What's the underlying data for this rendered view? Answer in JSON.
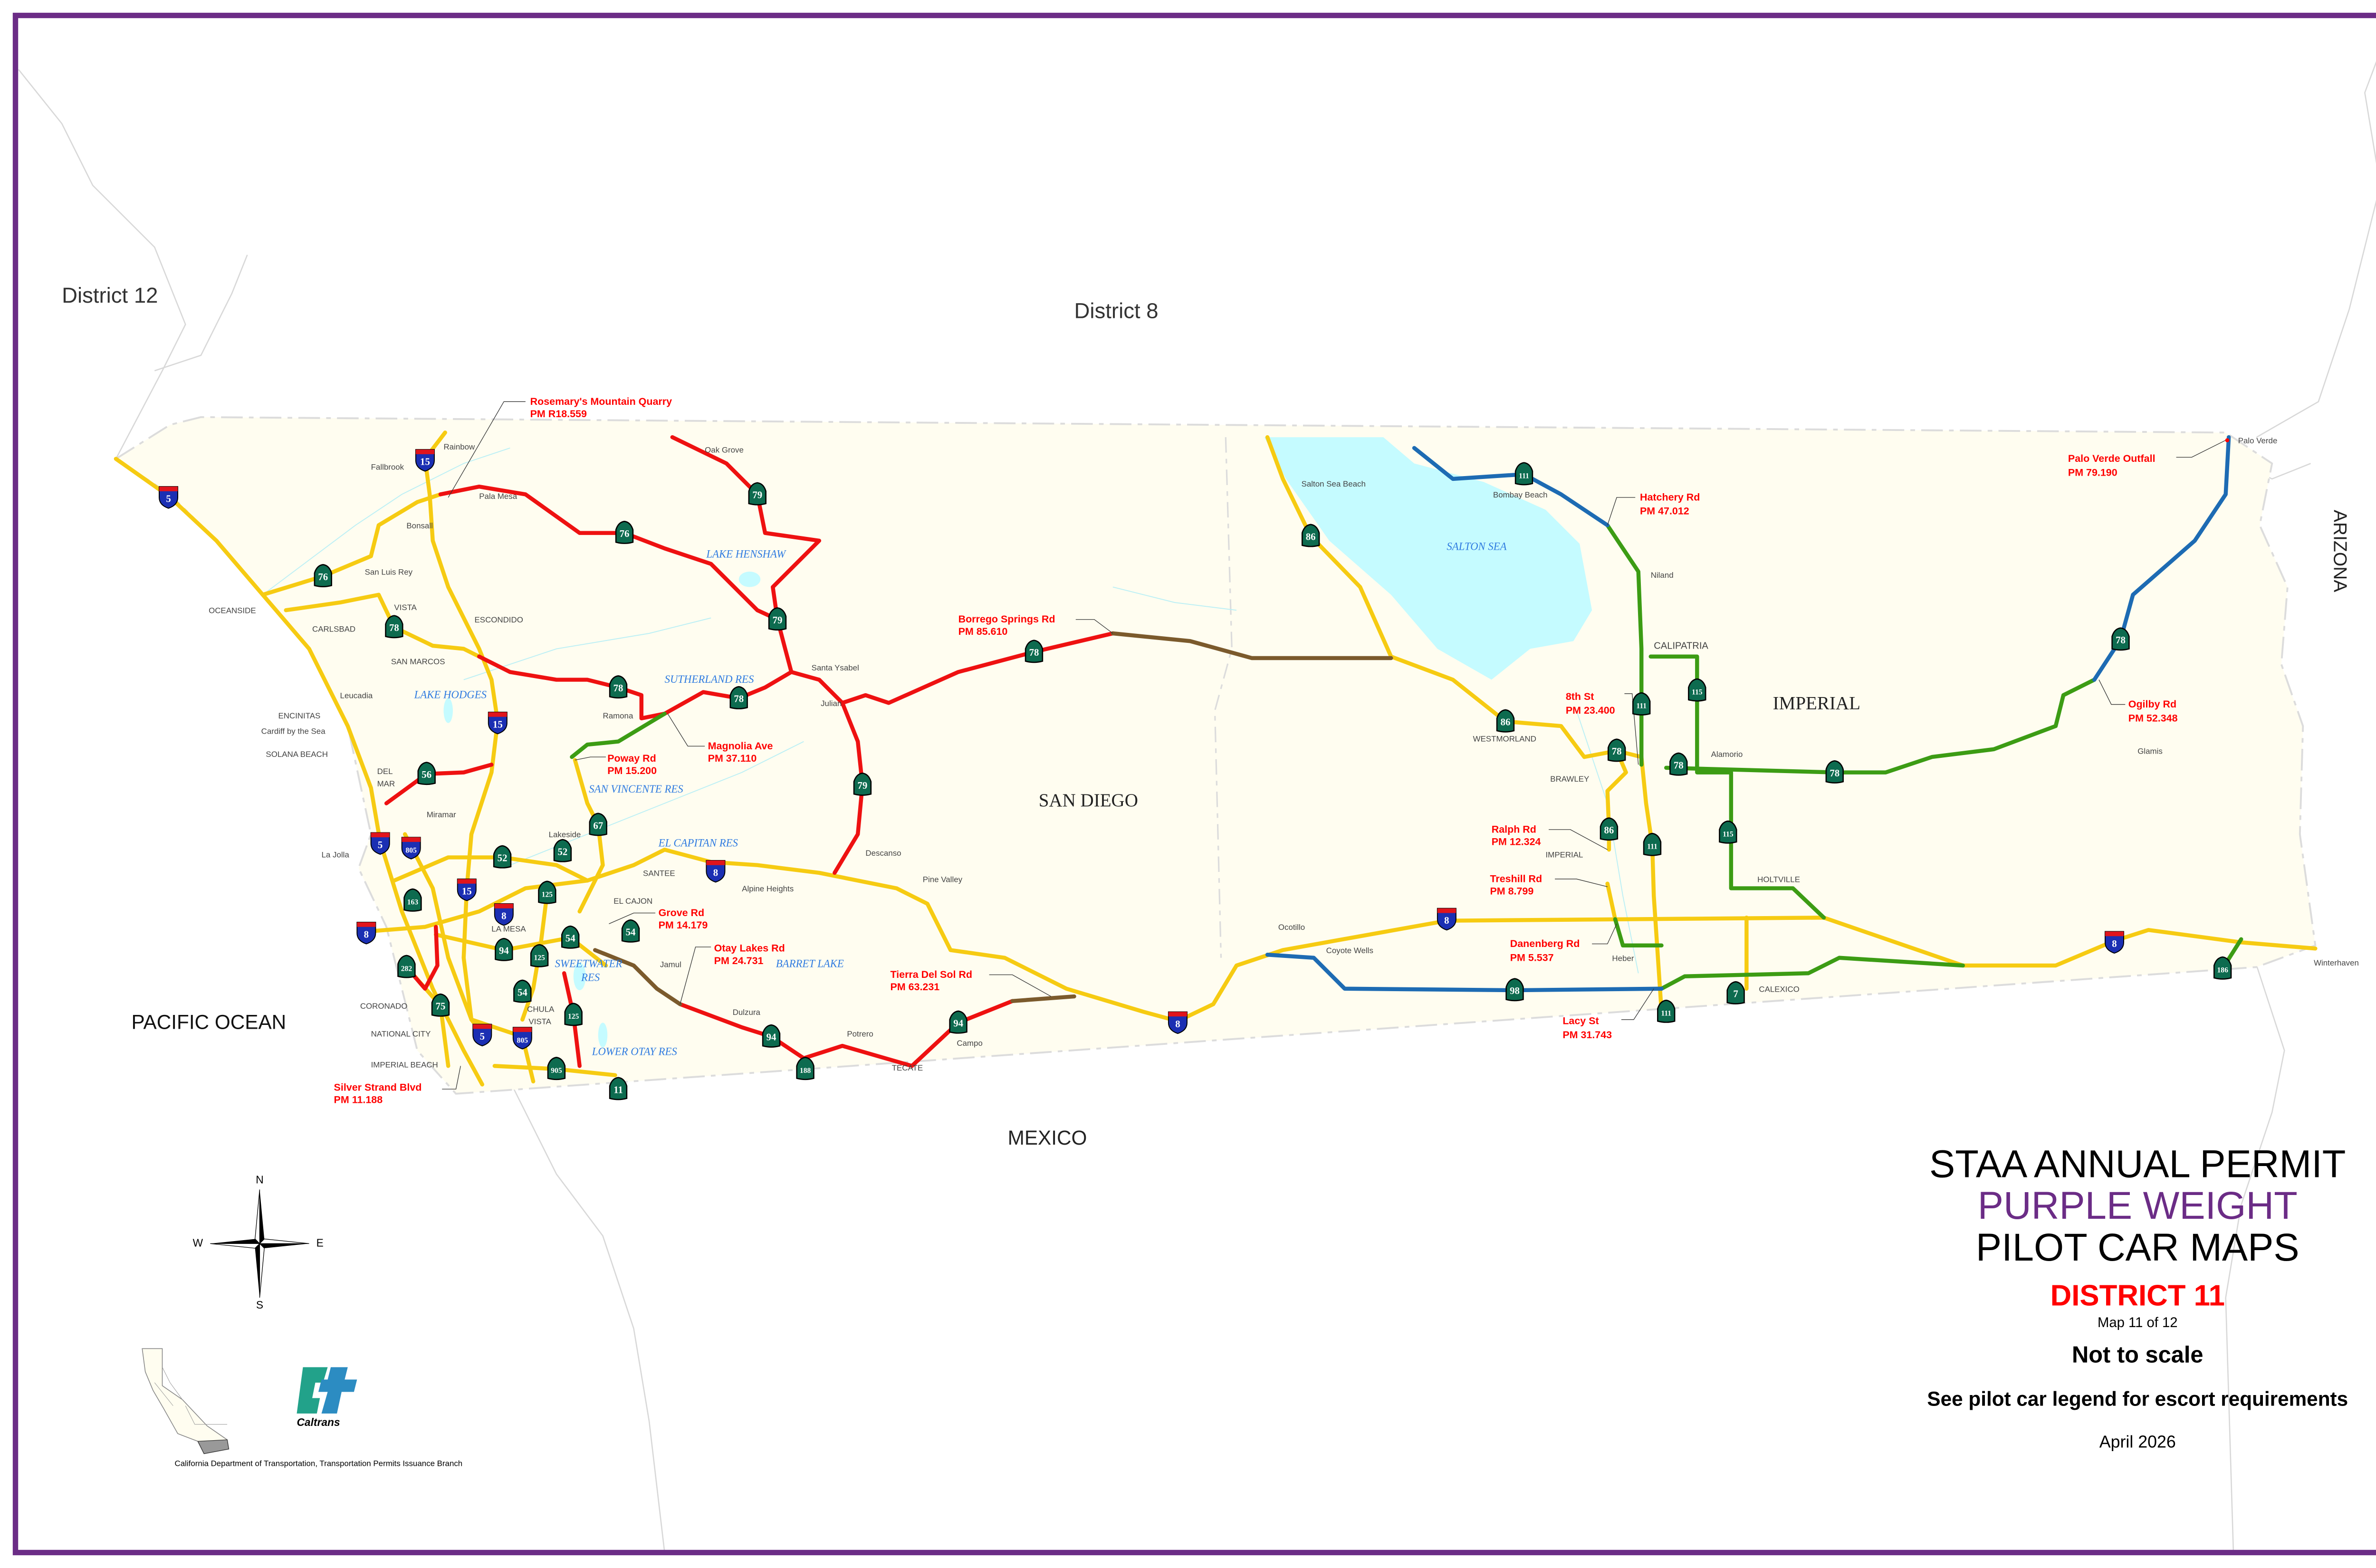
{
  "title_block": {
    "line1": "STAA ANNUAL PERMIT",
    "line2": "PURPLE WEIGHT",
    "line3": "PILOT CAR MAPS",
    "district": "DISTRICT 11",
    "map_number": "Map 11 of 12",
    "scale_note": "Not to scale",
    "legend_note": "See pilot car legend for escort requirements",
    "date": "April 2026"
  },
  "colors": {
    "frame": "#6b2c86",
    "purple_title": "#6b2c86",
    "district_red": "#ff0000",
    "road_yellow": "#f6cb12",
    "road_red": "#ee1111",
    "road_green": "#3c9c14",
    "road_blue": "#1d6bb3",
    "road_brown": "#7b5a2c",
    "county_fill": "#fffdf0",
    "water": "#c5fbff"
  },
  "regions": {
    "district12": "District 12",
    "district8": "District 8",
    "ocean": "PACIFIC OCEAN",
    "mexico": "MEXICO",
    "arizona": "ARIZONA",
    "san_diego": "SAN DIEGO",
    "imperial": "IMPERIAL"
  },
  "places": [
    "Rainbow",
    "Fallbrook",
    "Pala Mesa",
    "Bonsall",
    "San Luis Rey",
    "Oak Grove",
    "OCEANSIDE",
    "VISTA",
    "CARLSBAD",
    "ESCONDIDO",
    "SAN MARCOS",
    "Leucadia",
    "ENCINITAS",
    "Cardiff by the Sea",
    "SOLANA BEACH",
    "DEL",
    "MAR",
    "Miramar",
    "La Jolla",
    "Lakeside",
    "SANTEE",
    "Alpine Heights",
    "EL CAJON",
    "LA MESA",
    "Jamul",
    "CORONADO",
    "NATIONAL CITY",
    "CHULA",
    "VISTA",
    "IMPERIAL BEACH",
    "Dulzura",
    "Potrero",
    "Campo",
    "TECATE",
    "Descanso",
    "Pine Valley",
    "Santa Ysabel",
    "Julian",
    "Ramona",
    "Salton Sea Beach",
    "Bombay Beach",
    "Niland",
    "CALIPATRIA",
    "WESTMORLAND",
    "BRAWLEY",
    "Alamorio",
    "Glamis",
    "IMPERIAL",
    "HOLTVILLE",
    "Ocotillo",
    "Coyote Wells",
    "Heber",
    "CALEXICO",
    "Winterhaven",
    "Palo Verde"
  ],
  "water": [
    "LAKE HENSHAW",
    "LAKE HODGES",
    "SUTHERLAND RES",
    "SAN VINCENTE RES",
    "EL CAPITAN RES",
    "SWEETWATER",
    "RES",
    "BARRET LAKE",
    "LOWER OTAY RES",
    "SALTON SEA"
  ],
  "annotations": [
    {
      "name": "Rosemary's Mountain Quarry",
      "pm": "PM R18.559"
    },
    {
      "name": "Poway Rd",
      "pm": "PM 15.200"
    },
    {
      "name": "Magnolia Ave",
      "pm": "PM 37.110"
    },
    {
      "name": "Grove Rd",
      "pm": "PM 14.179"
    },
    {
      "name": "Otay Lakes Rd",
      "pm": "PM 24.731"
    },
    {
      "name": "Silver Strand Blvd",
      "pm": "PM 11.188"
    },
    {
      "name": "Tierra Del Sol Rd",
      "pm": "PM 63.231"
    },
    {
      "name": "Borrego Springs Rd",
      "pm": "PM 85.610"
    },
    {
      "name": "Hatchery Rd",
      "pm": "PM 47.012"
    },
    {
      "name": "8th St",
      "pm": "PM 23.400"
    },
    {
      "name": "Ralph Rd",
      "pm": "PM 12.324"
    },
    {
      "name": "Treshill Rd",
      "pm": "PM 8.799"
    },
    {
      "name": "Danenberg Rd",
      "pm": "PM 5.537"
    },
    {
      "name": "Lacy St",
      "pm": "PM 31.743"
    },
    {
      "name": "Palo Verde Outfall",
      "pm": "PM 79.190"
    },
    {
      "name": "Ogilby Rd",
      "pm": "PM 52.348"
    }
  ],
  "shields": [
    {
      "route": "5",
      "type": "interstate"
    },
    {
      "route": "15",
      "type": "interstate"
    },
    {
      "route": "15",
      "type": "interstate"
    },
    {
      "route": "5",
      "type": "interstate"
    },
    {
      "route": "805",
      "type": "interstate"
    },
    {
      "route": "15",
      "type": "interstate"
    },
    {
      "route": "8",
      "type": "interstate"
    },
    {
      "route": "8",
      "type": "interstate"
    },
    {
      "route": "5",
      "type": "interstate"
    },
    {
      "route": "805",
      "type": "interstate"
    },
    {
      "route": "8",
      "type": "interstate"
    },
    {
      "route": "8",
      "type": "interstate"
    },
    {
      "route": "8",
      "type": "interstate"
    },
    {
      "route": "8",
      "type": "interstate"
    },
    {
      "route": "76",
      "type": "state"
    },
    {
      "route": "76",
      "type": "state"
    },
    {
      "route": "79",
      "type": "state"
    },
    {
      "route": "79",
      "type": "state"
    },
    {
      "route": "78",
      "type": "state"
    },
    {
      "route": "78",
      "type": "state"
    },
    {
      "route": "78",
      "type": "state"
    },
    {
      "route": "56",
      "type": "state"
    },
    {
      "route": "52",
      "type": "state"
    },
    {
      "route": "52",
      "type": "state"
    },
    {
      "route": "67",
      "type": "state"
    },
    {
      "route": "125",
      "type": "state"
    },
    {
      "route": "163",
      "type": "state"
    },
    {
      "route": "94",
      "type": "state"
    },
    {
      "route": "54",
      "type": "state"
    },
    {
      "route": "54",
      "type": "state"
    },
    {
      "route": "125",
      "type": "state"
    },
    {
      "route": "54",
      "type": "state"
    },
    {
      "route": "282",
      "type": "state"
    },
    {
      "route": "75",
      "type": "state"
    },
    {
      "route": "125",
      "type": "state"
    },
    {
      "route": "905",
      "type": "state"
    },
    {
      "route": "11",
      "type": "state"
    },
    {
      "route": "94",
      "type": "state"
    },
    {
      "route": "188",
      "type": "state"
    },
    {
      "route": "94",
      "type": "state"
    },
    {
      "route": "79",
      "type": "state"
    },
    {
      "route": "78",
      "type": "state"
    },
    {
      "route": "86",
      "type": "state"
    },
    {
      "route": "111",
      "type": "state"
    },
    {
      "route": "86",
      "type": "state"
    },
    {
      "route": "78",
      "type": "state"
    },
    {
      "route": "78",
      "type": "state"
    },
    {
      "route": "111",
      "type": "state"
    },
    {
      "route": "115",
      "type": "state"
    },
    {
      "route": "78",
      "type": "state"
    },
    {
      "route": "78",
      "type": "state"
    },
    {
      "route": "86",
      "type": "state"
    },
    {
      "route": "111",
      "type": "state"
    },
    {
      "route": "115",
      "type": "state"
    },
    {
      "route": "98",
      "type": "state"
    },
    {
      "route": "7",
      "type": "state"
    },
    {
      "route": "111",
      "type": "state"
    },
    {
      "route": "186",
      "type": "state"
    }
  ],
  "compass": {
    "n": "N",
    "s": "S",
    "e": "E",
    "w": "W"
  },
  "logo": {
    "wordmark": "Caltrans"
  },
  "footer": "California Department of Transportation, Transportation Permits Issuance Branch"
}
